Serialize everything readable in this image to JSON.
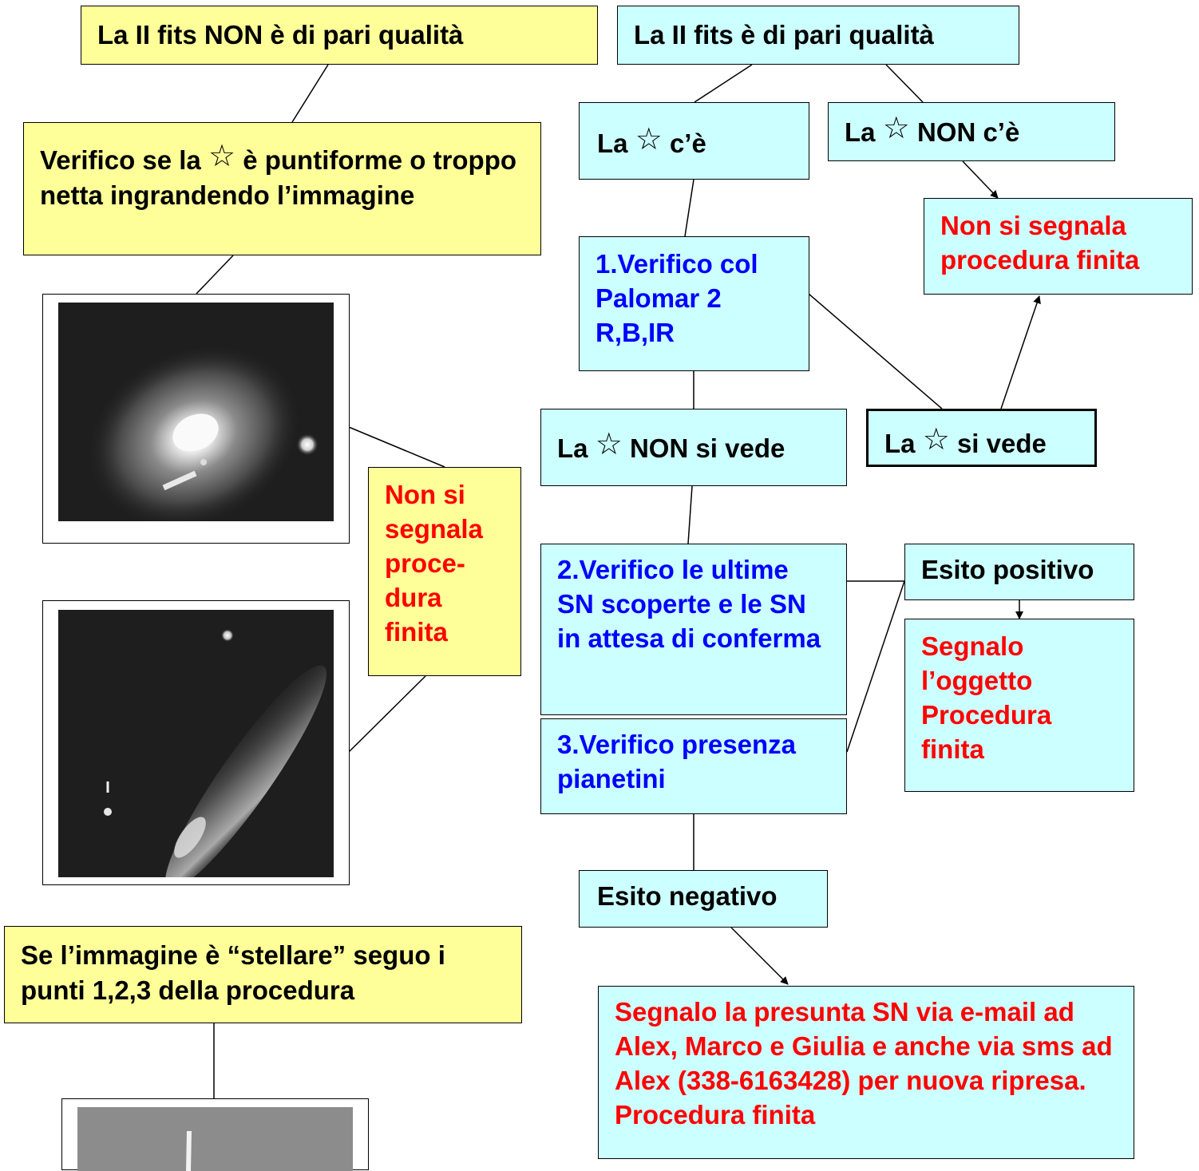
{
  "boxes": {
    "not_same_quality": "La II fits NON è di pari qualità",
    "same_quality": "La II fits è di pari qualità",
    "verify_pointlike": {
      "before_star": "Verifico se la",
      "after_star": "è puntiforme o troppo netta ingrandendo l’immagine"
    },
    "star_present": {
      "before_star": "La",
      "after_star": "c’è"
    },
    "star_absent": {
      "before_star": "La",
      "after_star": "NON c’è"
    },
    "not_reported_right": "Non si segnala procedura finita",
    "verify_palomar": "1.Verifico col Palomar 2 R,B,IR",
    "star_not_visible": {
      "before_star": "La",
      "after_star": "NON si vede"
    },
    "star_visible": {
      "before_star": "La",
      "after_star": "si vede"
    },
    "not_reported_middle": "Non si segnala proce- dura finita",
    "verify_recent_sn": "2.Verifico le ultime SN scoperte e le SN in attesa di conferma",
    "positive_result": "Esito positivo",
    "report_object": "Segnalo l’oggetto Procedura finita",
    "verify_asteroids": "3.Verifico presenza pianetini",
    "negative_result": "Esito negativo",
    "stellar_image": "Se l’immagine è “stellare” seguo i punti 1,2,3 della procedura",
    "report_sn": "Segnalo la presunta SN via e-mail ad Alex, Marco e Giulia e anche via sms ad Alex (338-6163428) per nuova ripresa. Procedura finita"
  },
  "star_glyph": "☆",
  "icons": [
    "star-outline-icon"
  ],
  "colors": {
    "yellow_fill": "#ffff99",
    "cyan_fill": "#ccffff",
    "blue_text": "#0000ff",
    "red_text": "#ff0000",
    "black_text": "#000000"
  }
}
